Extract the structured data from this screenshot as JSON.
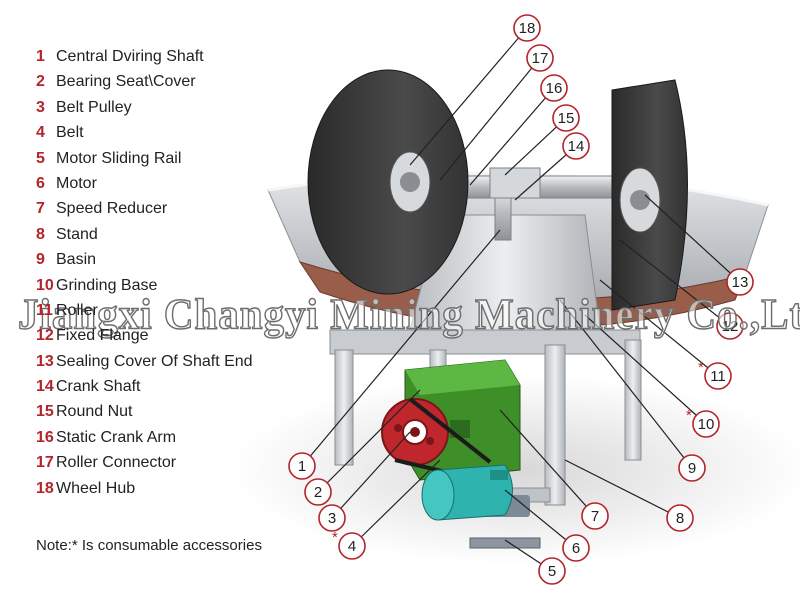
{
  "legend": {
    "items": [
      {
        "num": "1",
        "label": "Central Dviring Shaft"
      },
      {
        "num": "2",
        "label": "Bearing Seat\\Cover"
      },
      {
        "num": "3",
        "label": "Belt Pulley"
      },
      {
        "num": "4",
        "label": "Belt"
      },
      {
        "num": "5",
        "label": "Motor Sliding Rail"
      },
      {
        "num": "6",
        "label": "Motor"
      },
      {
        "num": "7",
        "label": "Speed Reducer"
      },
      {
        "num": "8",
        "label": "Stand"
      },
      {
        "num": "9",
        "label": "Basin"
      },
      {
        "num": "10",
        "label": "Grinding Base"
      },
      {
        "num": "11",
        "label": "Roller"
      },
      {
        "num": "12",
        "label": "Fixed Flange"
      },
      {
        "num": "13",
        "label": "Sealing Cover Of Shaft End"
      },
      {
        "num": "14",
        "label": "Crank Shaft"
      },
      {
        "num": "15",
        "label": "Round Nut"
      },
      {
        "num": "16",
        "label": "Static Crank Arm"
      },
      {
        "num": "17",
        "label": "Roller Connector"
      },
      {
        "num": "18",
        "label": "Wheel Hub"
      }
    ]
  },
  "note": "Note:*  Is consumable accessories",
  "watermark": "Jiangxi Changyi Mining Machinery Co.,Ltd",
  "callouts": [
    {
      "num": "18",
      "star": ""
    },
    {
      "num": "17",
      "star": ""
    },
    {
      "num": "16",
      "star": ""
    },
    {
      "num": "15",
      "star": ""
    },
    {
      "num": "14",
      "star": ""
    },
    {
      "num": "13",
      "star": ""
    },
    {
      "num": "12",
      "star": ""
    },
    {
      "num": "11",
      "star": "*"
    },
    {
      "num": "10",
      "star": "*"
    },
    {
      "num": "9",
      "star": ""
    },
    {
      "num": "8",
      "star": ""
    },
    {
      "num": "7",
      "star": ""
    },
    {
      "num": "6",
      "star": ""
    },
    {
      "num": "5",
      "star": ""
    },
    {
      "num": "4",
      "star": "*"
    },
    {
      "num": "3",
      "star": ""
    },
    {
      "num": "2",
      "star": ""
    },
    {
      "num": "1",
      "star": ""
    }
  ],
  "colors": {
    "legend_number": "#b3242c",
    "roller": "#3a3a3a",
    "basin": "#c9ccd0",
    "reducer": "#4a9a2e",
    "motor": "#2fb3ae",
    "pulley": "#c0272d"
  }
}
